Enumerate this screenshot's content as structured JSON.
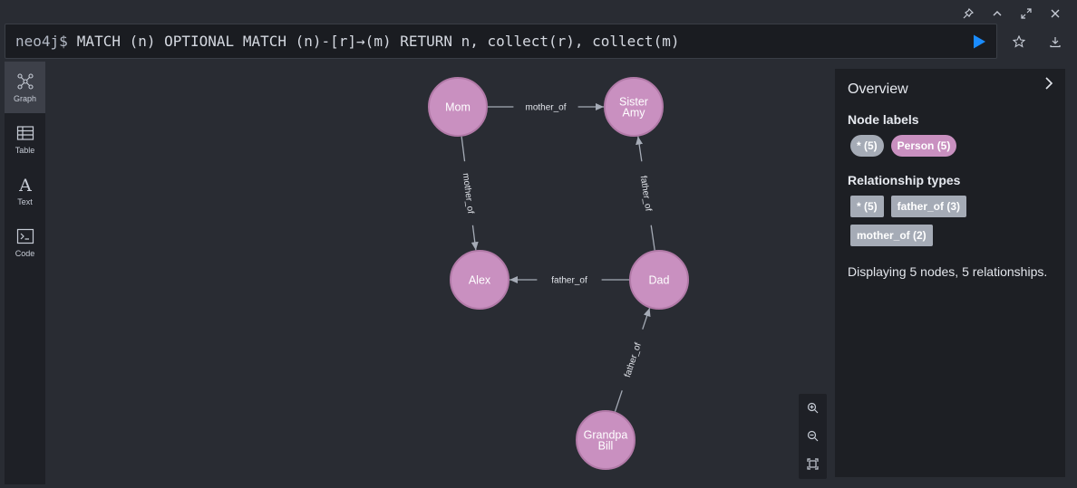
{
  "window_controls": [
    "pin-icon",
    "chevron-up-icon",
    "maximize-icon",
    "close-icon"
  ],
  "editor": {
    "prompt": "neo4j$",
    "query": "MATCH (n) OPTIONAL MATCH (n)-[r]→(m) RETURN n, collect(r), collect(m)"
  },
  "sidetabs": [
    {
      "label": "Graph",
      "icon": "graph-icon"
    },
    {
      "label": "Table",
      "icon": "table-icon"
    },
    {
      "label": "Text",
      "icon": "text-icon"
    },
    {
      "label": "Code",
      "icon": "code-icon"
    }
  ],
  "graph": {
    "node_color": "#c990c0",
    "node_stroke": "#b27aa8",
    "edge_color": "#a5abb6",
    "nodes": [
      {
        "id": "mom",
        "label": [
          "Mom"
        ]
      },
      {
        "id": "amy",
        "label": [
          "Sister",
          "Amy"
        ]
      },
      {
        "id": "alex",
        "label": [
          "Alex"
        ]
      },
      {
        "id": "dad",
        "label": [
          "Dad"
        ]
      },
      {
        "id": "bill",
        "label": [
          "Grandpa",
          "Bill"
        ]
      }
    ],
    "edges": [
      {
        "from": "mom",
        "to": "amy",
        "label": "mother_of"
      },
      {
        "from": "mom",
        "to": "alex",
        "label": "mother_of"
      },
      {
        "from": "dad",
        "to": "amy",
        "label": "father_of"
      },
      {
        "from": "dad",
        "to": "alex",
        "label": "father_of"
      },
      {
        "from": "bill",
        "to": "dad",
        "label": "father_of"
      }
    ]
  },
  "overview": {
    "title": "Overview",
    "node_labels_heading": "Node labels",
    "node_labels": [
      {
        "text": "* (5)",
        "color": "#a5abb6"
      },
      {
        "text": "Person (5)",
        "color": "#c990c0"
      }
    ],
    "rel_types_heading": "Relationship types",
    "rel_types": [
      {
        "text": "* (5)"
      },
      {
        "text": "father_of (3)"
      },
      {
        "text": "mother_of (2)"
      }
    ],
    "summary": "Displaying 5 nodes, 5 relationships."
  }
}
